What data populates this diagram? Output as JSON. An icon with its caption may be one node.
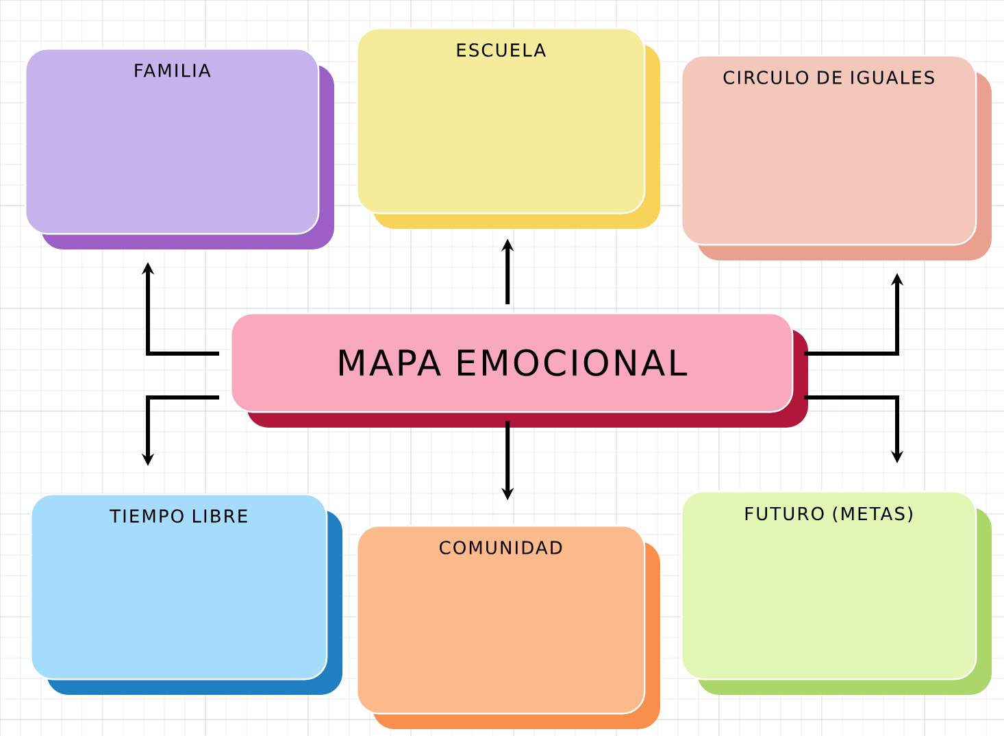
{
  "diagram": {
    "nodes": [
      {
        "text": [
          "FAMILIA"
        ]
      },
      {
        "text": [
          "ESCUELA"
        ]
      },
      {
        "text": [
          "CIRCULO DE IGUALES"
        ]
      },
      {
        "text": [
          "MAPA EMOCIONAL"
        ]
      },
      {
        "text": [
          "TIEMPO LIBRE"
        ]
      },
      {
        "text": [
          "COMUNIDAD"
        ]
      },
      {
        "text": [
          "FUTURO (METAS)"
        ]
      }
    ],
    "edges": [
      {
        "from": 3,
        "to": 0,
        "arrow": "to"
      },
      {
        "from": 3,
        "to": 1,
        "arrow": "to"
      },
      {
        "from": 3,
        "to": 2,
        "arrow": "to"
      },
      {
        "from": 3,
        "to": 4,
        "arrow": "to"
      },
      {
        "from": 3,
        "to": 5,
        "arrow": "to"
      },
      {
        "from": 3,
        "to": 6,
        "arrow": "to"
      }
    ]
  }
}
